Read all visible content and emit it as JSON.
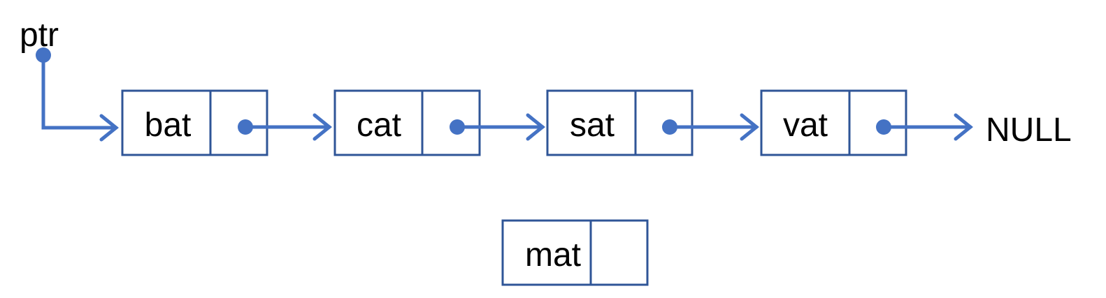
{
  "pointer_label": "ptr",
  "null_label": "NULL",
  "list_nodes": [
    {
      "data": "bat"
    },
    {
      "data": "cat"
    },
    {
      "data": "sat"
    },
    {
      "data": "vat"
    }
  ],
  "detached_node": {
    "data": "mat"
  },
  "colors": {
    "box_stroke": "#2F5597",
    "link": "#4472C4",
    "text": "#000000",
    "background": "#FFFFFF"
  }
}
